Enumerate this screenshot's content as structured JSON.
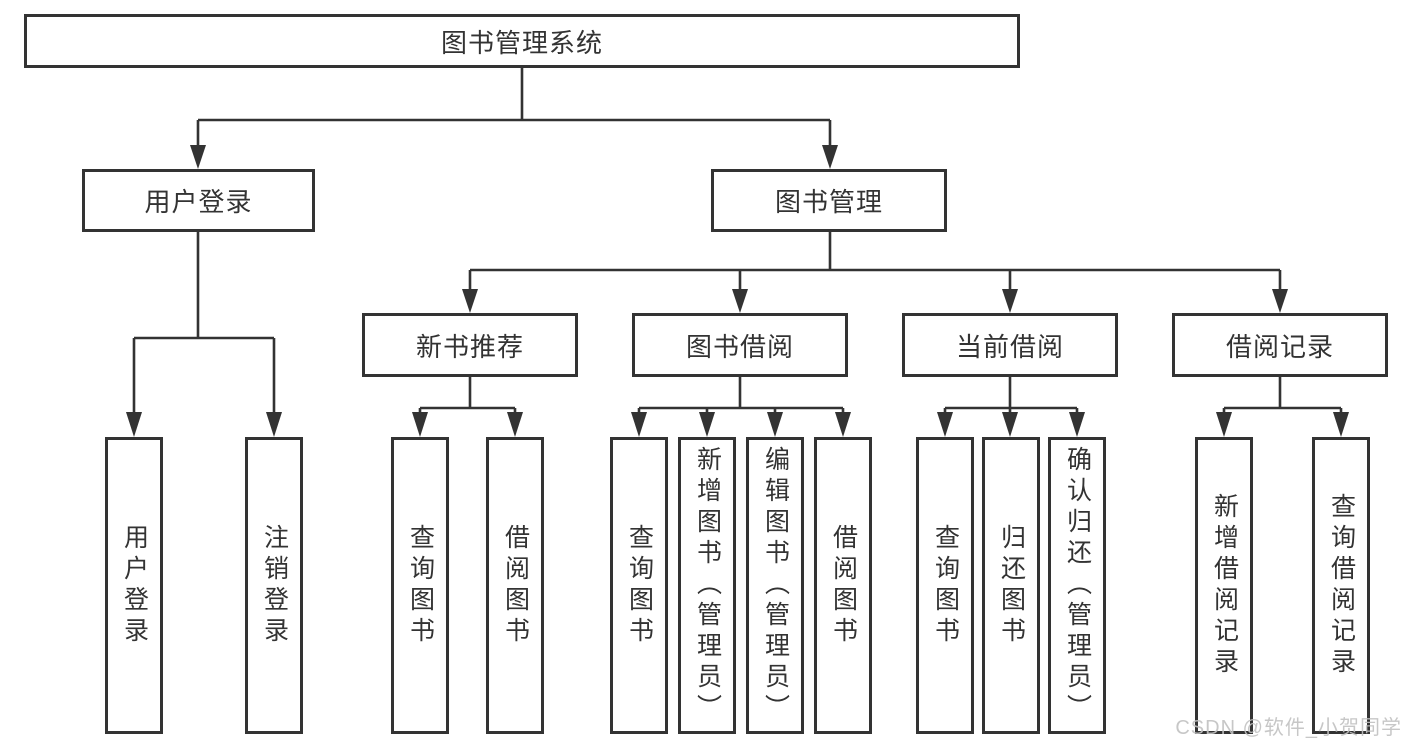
{
  "tree": {
    "root": {
      "label": "图书管理系统",
      "children": [
        {
          "label": "用户登录",
          "children": [
            {
              "label": "用户登录"
            },
            {
              "label": "注销登录"
            }
          ]
        },
        {
          "label": "图书管理",
          "children": [
            {
              "label": "新书推荐",
              "children": [
                {
                  "label": "查询图书"
                },
                {
                  "label": "借阅图书"
                }
              ]
            },
            {
              "label": "图书借阅",
              "children": [
                {
                  "label": "查询图书"
                },
                {
                  "label": "新增图书（管理员）"
                },
                {
                  "label": "编辑图书（管理员）"
                },
                {
                  "label": "借阅图书"
                }
              ]
            },
            {
              "label": "当前借阅",
              "children": [
                {
                  "label": "查询图书"
                },
                {
                  "label": "归还图书"
                },
                {
                  "label": "确认归还（管理员）"
                }
              ]
            },
            {
              "label": "借阅记录",
              "children": [
                {
                  "label": "新增借阅记录"
                },
                {
                  "label": "查询借阅记录"
                }
              ]
            }
          ]
        }
      ]
    }
  },
  "watermark": {
    "text": "CSDN @软件_小贺同学",
    "color": "#c2c2c2"
  },
  "colors": {
    "line": "#333333",
    "text": "#333333",
    "background": "#ffffff"
  }
}
